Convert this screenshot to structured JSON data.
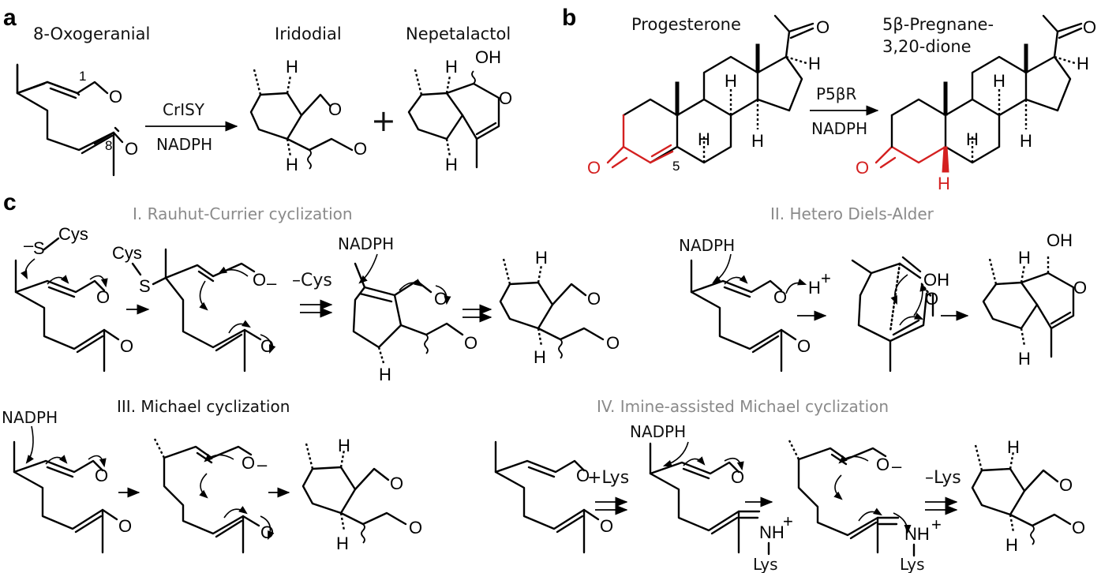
{
  "panels": {
    "a": {
      "letter": "a",
      "compounds": [
        "8-Oxogeranial",
        "Iridodial",
        "Nepetalactol"
      ],
      "enzyme": "CrISY",
      "cofactor": "NADPH",
      "plus": "+",
      "atom_numbers": [
        "1",
        "8"
      ]
    },
    "b": {
      "letter": "b",
      "compounds": [
        "Progesterone",
        "5β-Pregnane-",
        "3,20-dione"
      ],
      "enzyme": "P5βR",
      "cofactor": "NADPH",
      "atom_numbers": [
        "5"
      ]
    },
    "c": {
      "letter": "c",
      "mechanisms": [
        {
          "title": "I. Rauhut-Currier cyclization",
          "color": "#8a8a8a"
        },
        {
          "title": "II. Hetero Diels-Alder",
          "color": "#8a8a8a"
        },
        {
          "title": "III. Michael cyclization",
          "color": "#111111"
        },
        {
          "title": "IV. Imine-assisted Michael cyclization",
          "color": "#8a8a8a"
        }
      ],
      "reagents": [
        "NADPH",
        "Cys",
        "–Cys",
        "+Lys",
        "–Lys",
        "Lys"
      ]
    }
  },
  "atoms": {
    "O": "O",
    "OH": "OH",
    "H": "H",
    "S": "S",
    "minus": "–",
    "plus": "+",
    "Hplus": "H",
    "NH": "NH"
  },
  "colors": {
    "highlight": "#d42020",
    "grey_title": "#8a8a8a",
    "black": "#111111"
  }
}
